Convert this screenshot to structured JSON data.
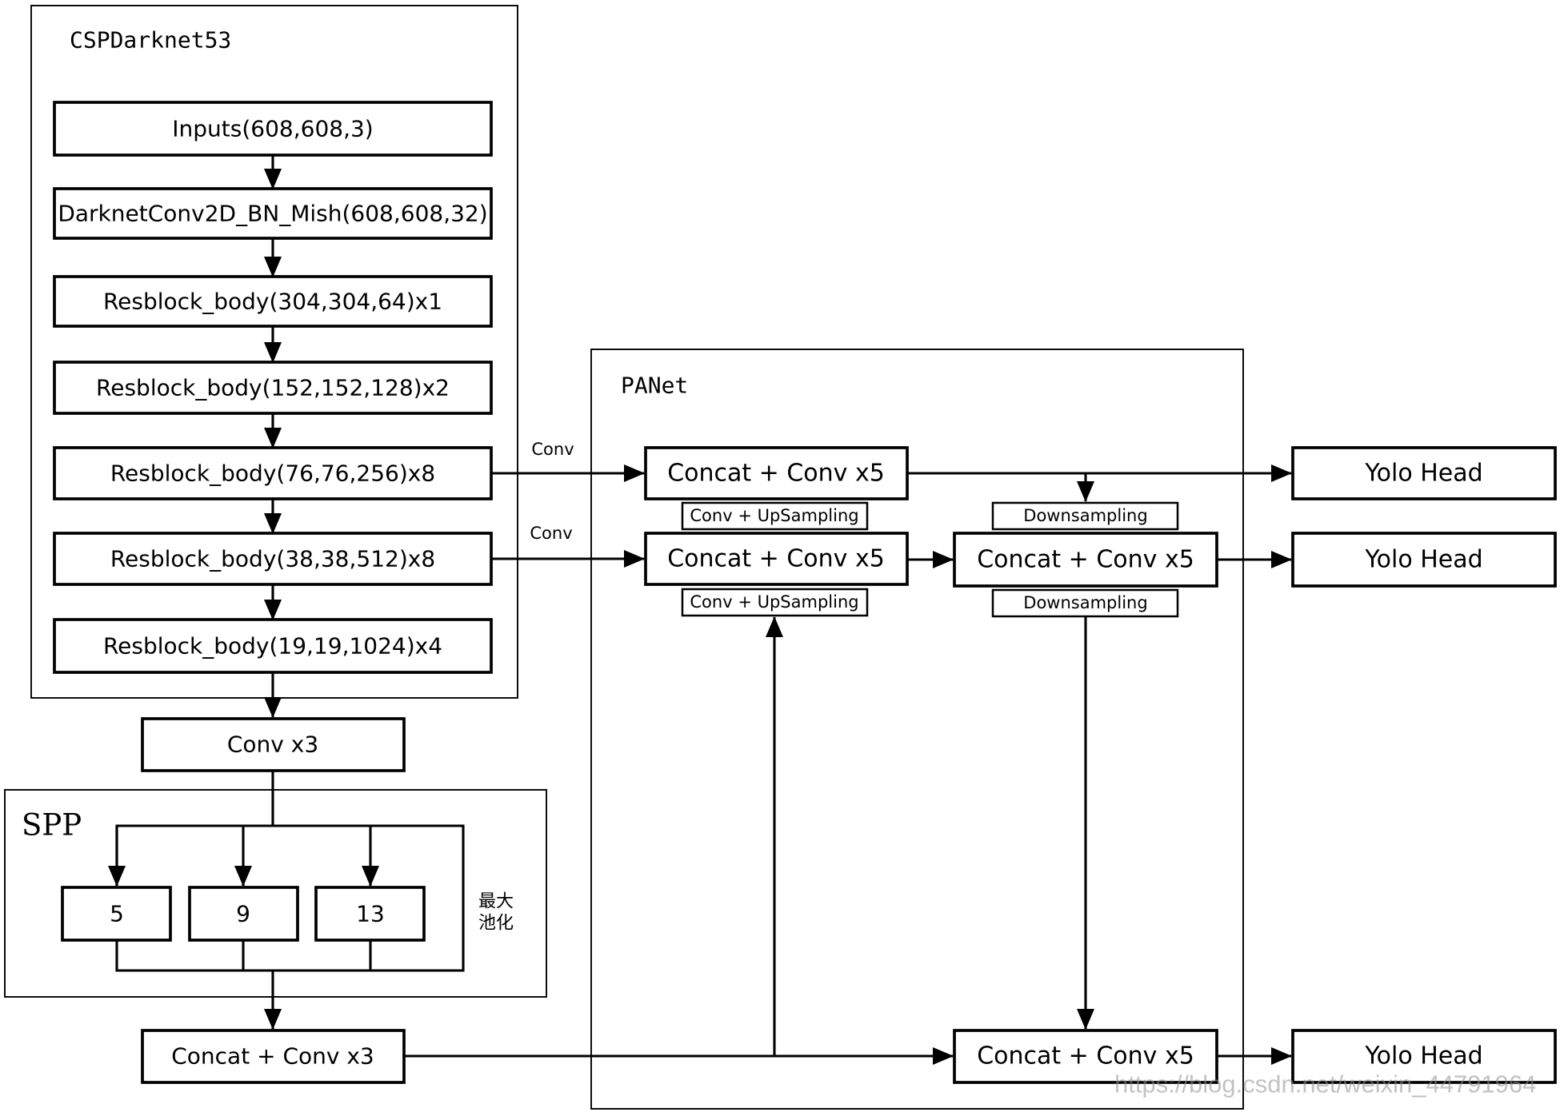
{
  "groups": {
    "backbone": "CSPDarknet53",
    "spp": "SPP",
    "panet": "PANet"
  },
  "backbone_blocks": [
    "Inputs(608,608,3)",
    "DarknetConv2D_BN_Mish(608,608,32)",
    "Resblock_body(304,304,64)x1",
    "Resblock_body(152,152,128)x2",
    "Resblock_body(76,76,256)x8",
    "Resblock_body(38,38,512)x8",
    "Resblock_body(19,19,1024)x4"
  ],
  "conv_x3": "Conv x3",
  "spp": {
    "pools": [
      "5",
      "9",
      "13"
    ],
    "pool_note_line1": "最大",
    "pool_note_line2": "池化"
  },
  "concat_conv_x3": "Concat + Conv x3",
  "panet": {
    "concat_top": "Concat + Conv x5",
    "concat_mid_left": "Concat + Conv x5",
    "concat_mid_right": "Concat + Conv x5",
    "concat_bottom": "Concat + Conv x5",
    "upsampling_top": "Conv + UpSampling",
    "upsampling_mid": "Conv + UpSampling",
    "downsampling_top": "Downsampling",
    "downsampling_mid": "Downsampling"
  },
  "edge_labels": {
    "conv_76": "Conv",
    "conv_38": "Conv"
  },
  "yolo_heads": [
    "Yolo Head",
    "Yolo Head",
    "Yolo Head"
  ],
  "watermark": "https://blog.csdn.net/weixin_44791964"
}
